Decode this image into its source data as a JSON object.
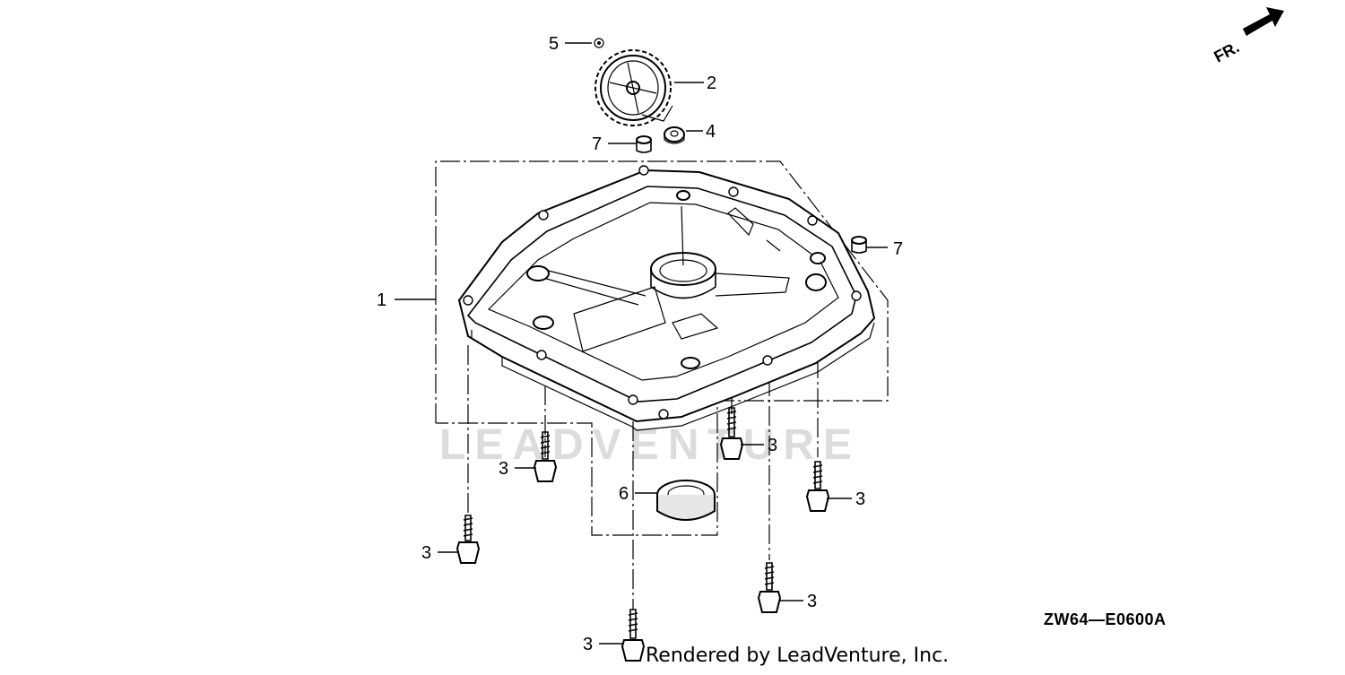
{
  "diagram_code": "ZW64—E0600A",
  "watermark": "LEADVENTURE",
  "footer": "Rendered by LeadVenture, Inc.",
  "front_indicator": "FR.",
  "callouts": {
    "c1": "1",
    "c2": "2",
    "c3a": "3",
    "c3b": "3",
    "c3c": "3",
    "c3d": "3",
    "c3e": "3",
    "c3f": "3",
    "c4": "4",
    "c5": "5",
    "c6": "6",
    "c7a": "7",
    "c7b": "7"
  }
}
